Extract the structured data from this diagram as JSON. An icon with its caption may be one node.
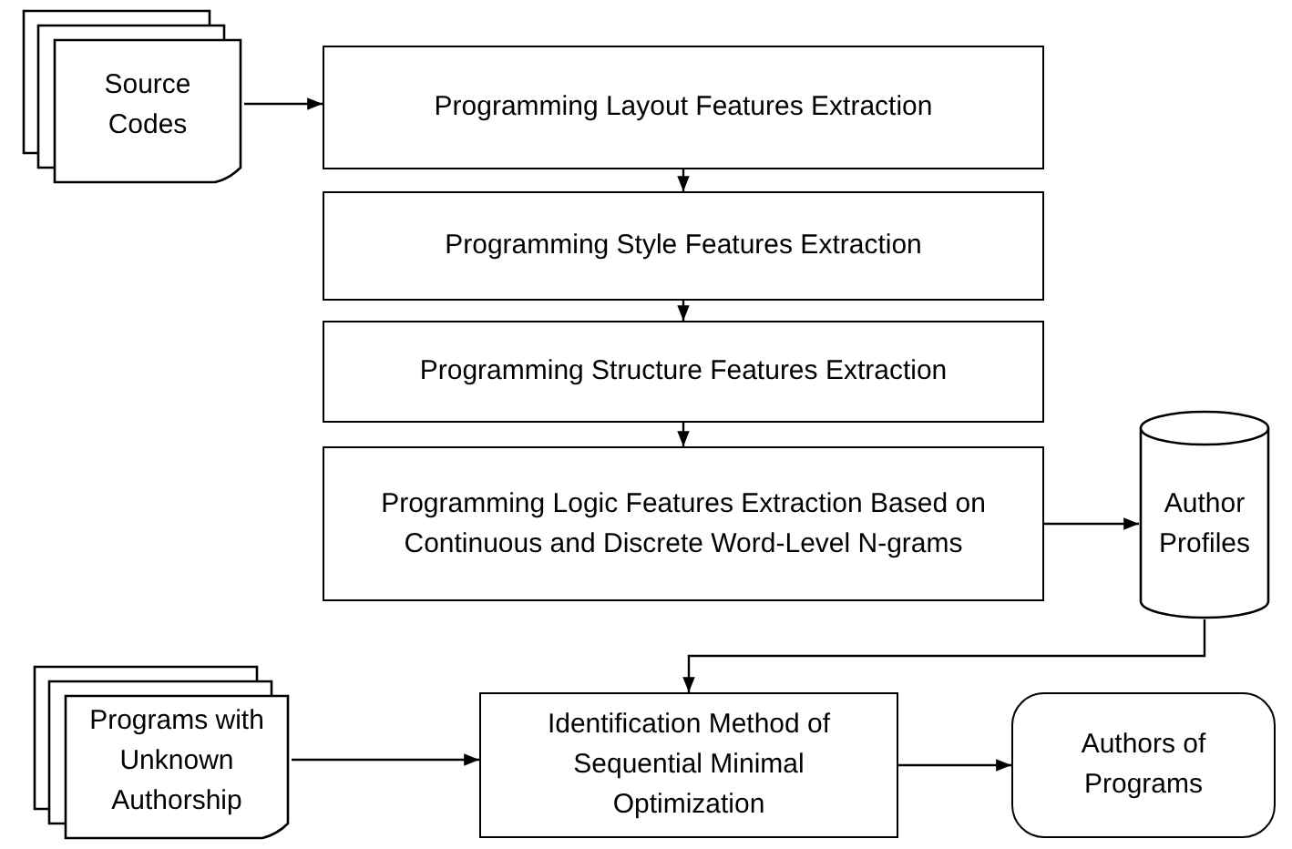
{
  "diagram": {
    "nodes": [
      {
        "text": [
          "Source Codes"
        ]
      },
      {
        "text": [
          "Programming Layout Features Extraction"
        ]
      },
      {
        "text": [
          "Programming Style Features Extraction"
        ]
      },
      {
        "text": [
          "Programming Structure Features Extraction"
        ]
      },
      {
        "text": [
          "Programming Logic Features Extraction Based on Continuous and Discrete Word-Level N-grams"
        ]
      },
      {
        "text": [
          "Author Profiles"
        ]
      },
      {
        "text": [
          "Programs with Unknown Authorship"
        ]
      },
      {
        "text": [
          "Identification Method of Sequential Minimal Optimization"
        ]
      },
      {
        "text": [
          "Authors of Programs"
        ]
      }
    ],
    "edges": [
      {
        "from": 0,
        "to": 1,
        "arrow": "to"
      },
      {
        "from": 1,
        "to": 2,
        "arrow": "to"
      },
      {
        "from": 2,
        "to": 3,
        "arrow": "to"
      },
      {
        "from": 3,
        "to": 4,
        "arrow": "to"
      },
      {
        "from": 4,
        "to": 5,
        "arrow": "to"
      },
      {
        "from": 5,
        "to": 7,
        "arrow": "to"
      },
      {
        "from": 6,
        "to": 7,
        "arrow": "to"
      },
      {
        "from": 7,
        "to": 8,
        "arrow": "to"
      }
    ]
  }
}
